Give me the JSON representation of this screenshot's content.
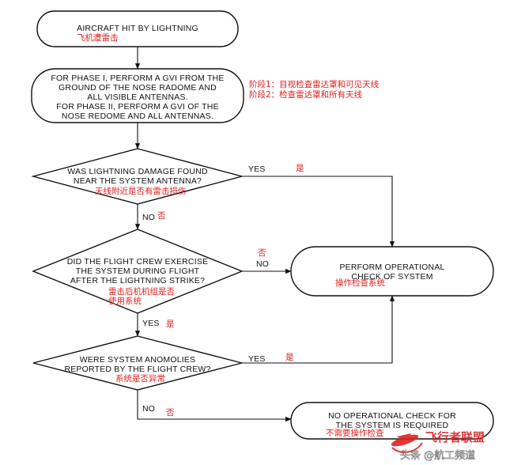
{
  "nodes": {
    "start": {
      "lines": [
        "AIRCRAFT HIT BY LIGHTNING"
      ],
      "cn": "飞机遭雷击"
    },
    "gvi": {
      "lines": [
        "FOR PHASE I, PERFORM A GVI FROM THE",
        "GROUND OF THE NOSE RADOME AND",
        "ALL VISIBLE ANTENNAS.",
        "FOR PHASE II, PERFORM A GVI OF THE",
        "NOSE REDOME AND ALL ANTENNAS."
      ],
      "cn": [
        "阶段1：目视检查雷达罩和可见天线",
        "阶段2：检查雷达罩和所有天线"
      ]
    },
    "q1": {
      "lines": [
        "WAS LIGHTNING DAMAGE FOUND",
        "NEAR THE SYSTEM ANTENNA?"
      ],
      "cn": "天线附近是否有雷击损伤"
    },
    "q2": {
      "lines": [
        "DID THE FLIGHT CREW EXERCISE",
        "THE SYSTEM DURING FLIGHT",
        "AFTER THE LIGHTNING STRIKE?"
      ],
      "cn": [
        "雷击后机机组是否",
        "使用系统"
      ]
    },
    "q3": {
      "lines": [
        "WERE SYSTEM ANOMOLIES",
        "REPORTED BY THE FLIGHT CREW?"
      ],
      "cn": "系统是否异常"
    },
    "perform": {
      "lines": [
        "PERFORM OPERATIONAL",
        "CHECK OF SYSTEM"
      ],
      "cn": "操作检查系统"
    },
    "nocheck": {
      "lines": [
        "NO OPERATIONAL CHECK FOR",
        "THE SYSTEM IS REQUIRED"
      ],
      "cn": "不需要操作检查"
    }
  },
  "edges": {
    "q1_yes": {
      "en": "YES",
      "cn": "是"
    },
    "q1_no": {
      "en": "NO",
      "cn": "否"
    },
    "q2_no": {
      "en": "NO",
      "cn": "否"
    },
    "q2_yes": {
      "en": "YES",
      "cn": "是"
    },
    "q3_yes": {
      "en": "YES",
      "cn": "是"
    },
    "q3_no": {
      "en": "NO",
      "cn": "否"
    }
  },
  "watermark": {
    "brand": "飞行者联盟",
    "byline": "头条 @航工频道"
  },
  "colors": {
    "ink": "#111111",
    "annotation": "#e02020",
    "watermark": "#e02020"
  }
}
